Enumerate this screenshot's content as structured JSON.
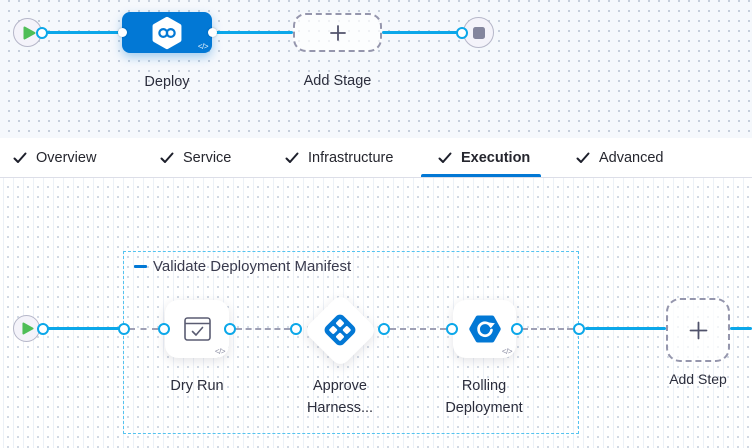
{
  "colors": {
    "accent_blue": "#0278d5",
    "wire_blue": "#0ba7e9",
    "group_border_blue": "#55c3f0",
    "play_green": "#4fbe57",
    "dash_gray": "#9596ad"
  },
  "stage_canvas": {
    "start_icon": "play-icon",
    "end_icon": "stop-icon",
    "stage": {
      "label": "Deploy",
      "icon": "harness-cd-hexagon-icon",
      "code_toggle": "</>"
    },
    "add_stage": {
      "label": "Add Stage",
      "icon": "plus-icon"
    }
  },
  "tabs": {
    "items": [
      {
        "label": "Overview",
        "icon": "check-icon",
        "active": false
      },
      {
        "label": "Service",
        "icon": "check-icon",
        "active": false
      },
      {
        "label": "Infrastructure",
        "icon": "check-icon",
        "active": false
      },
      {
        "label": "Execution",
        "icon": "check-icon",
        "active": true
      },
      {
        "label": "Advanced",
        "icon": "check-icon",
        "active": false
      }
    ]
  },
  "execution_canvas": {
    "start_icon": "play-icon",
    "group": {
      "label": "Validate Deployment Manifest",
      "icon": "collapse-minus-icon"
    },
    "steps": [
      {
        "line1": "Dry Run",
        "line2": "",
        "icon": "window-check-icon",
        "code_toggle": "</>"
      },
      {
        "line1": "Approve",
        "line2": "Harness...",
        "icon": "harness-approval-diamond-icon"
      },
      {
        "line1": "Rolling",
        "line2": "Deployment",
        "icon": "rolling-deployment-icon",
        "code_toggle": "</>"
      }
    ],
    "add_step": {
      "label": "Add Step",
      "icon": "plus-icon"
    }
  }
}
